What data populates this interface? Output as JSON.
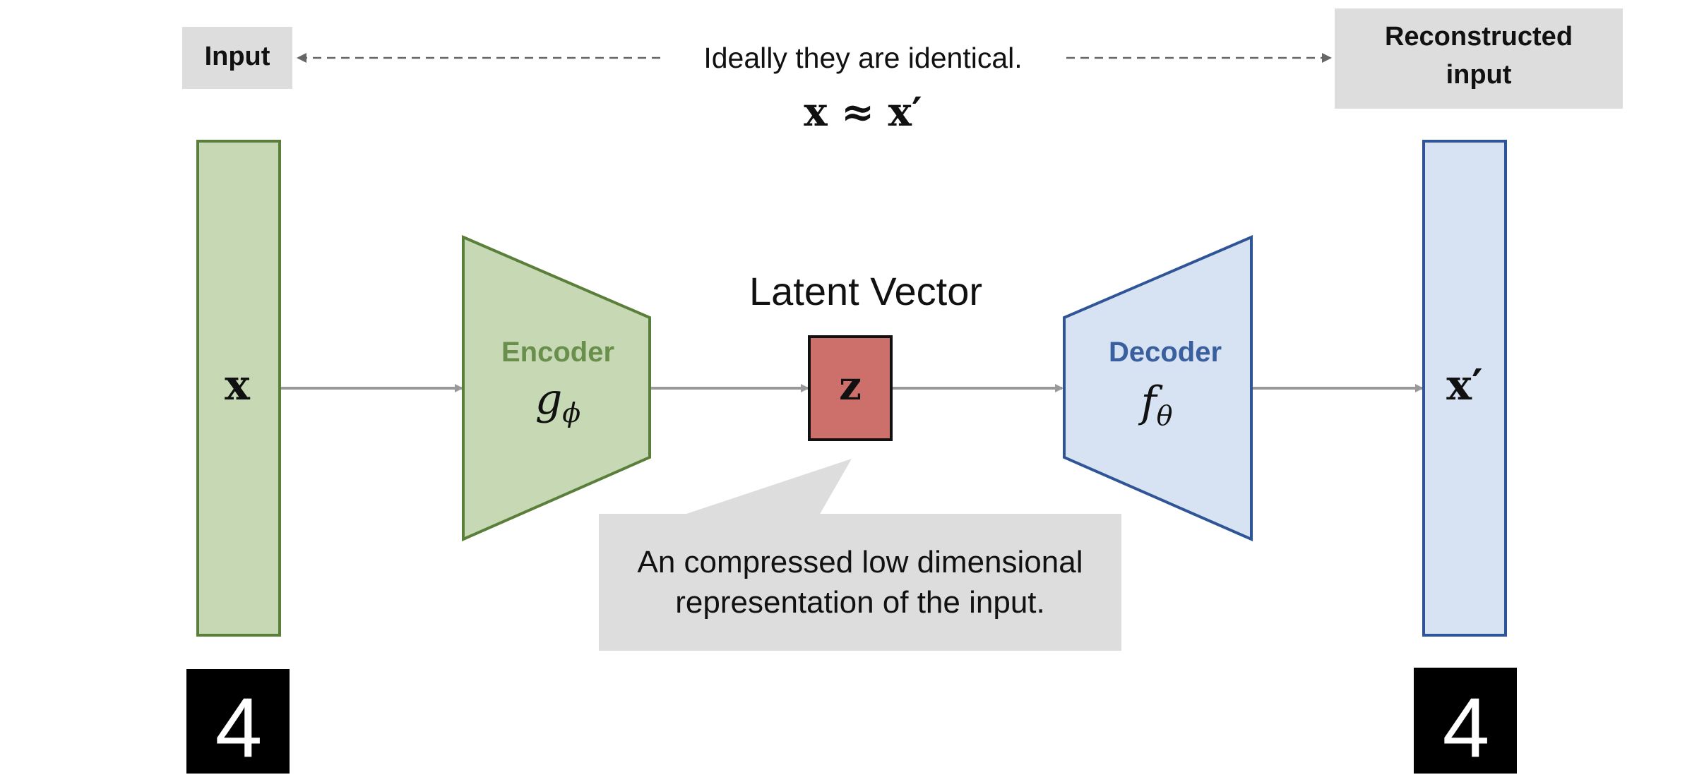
{
  "labels": {
    "input": "Input",
    "reconstructed_line1": "Reconstructed",
    "reconstructed_line2": "input",
    "ideal_note": "Ideally they are identical.",
    "approx_formula": "x ≈ x′",
    "input_symbol": "x",
    "output_symbol": "x′",
    "encoder_title": "Encoder",
    "encoder_fn": "g",
    "encoder_sub": "ϕ",
    "decoder_title": "Decoder",
    "decoder_fn": "f",
    "decoder_sub": "θ",
    "latent_title": "Latent Vector",
    "latent_symbol": "z",
    "callout_line1": "An compressed low dimensional",
    "callout_line2": "representation of the input.",
    "digit_input": "4",
    "digit_output": "4"
  },
  "colors": {
    "green_fill": "#c6d9b4",
    "green_stroke": "#5a7f3a",
    "green_text": "#6a8f4c",
    "blue_fill": "#d7e3f3",
    "blue_stroke": "#2f5597",
    "blue_text": "#3a5f9e",
    "red_fill": "#cd6f6a",
    "gray_box": "#dddddd",
    "arrow": "#999999",
    "dash": "#666666",
    "text": "#111111"
  }
}
